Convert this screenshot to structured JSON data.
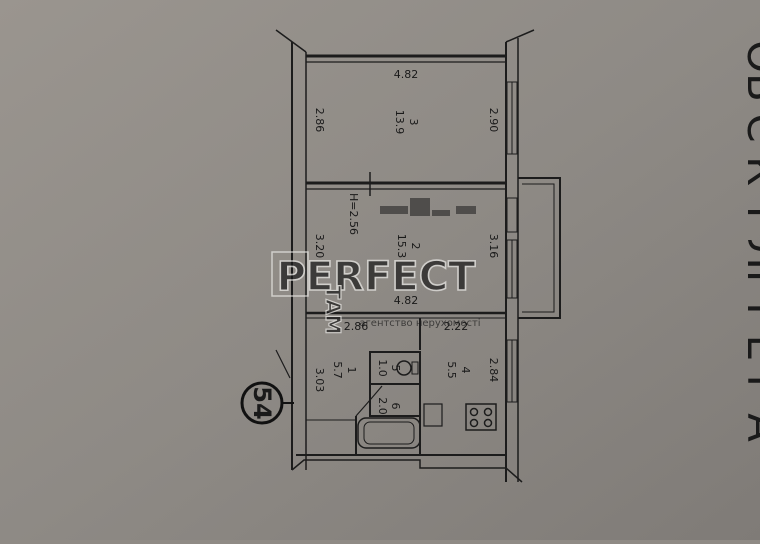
{
  "colors": {
    "paper": "#8f8a85",
    "ink": "#1c1c1c",
    "watermark": "#e8e6e3"
  },
  "apartment_number": "54",
  "side_letters": "ОБ'Є К Т ЛІ Т Е Р А",
  "watermark": {
    "brand": "PERFECT",
    "vertical": "ТАМ",
    "tagline": "агентство нерухомості"
  },
  "rooms": [
    {
      "id": "3",
      "area": "13.9"
    },
    {
      "id": "2",
      "area": "15.3"
    },
    {
      "id": "1",
      "area": "5.7"
    },
    {
      "id": "5",
      "area": "1.0"
    },
    {
      "id": "6",
      "area": "2.0"
    },
    {
      "id": "4",
      "area": "5.5"
    }
  ],
  "dimensions": {
    "room3_width": "4.82",
    "room3_left": "2.86",
    "room3_right": "2.90",
    "ceiling_height": "H=2.56",
    "room2_left": "3.20",
    "room2_right": "3.16",
    "room2_width": "4.82",
    "hall_left_width": "2.86",
    "hall_right_width": "2.22",
    "hall_height": "3.03",
    "kitchen_height": "2.84"
  }
}
